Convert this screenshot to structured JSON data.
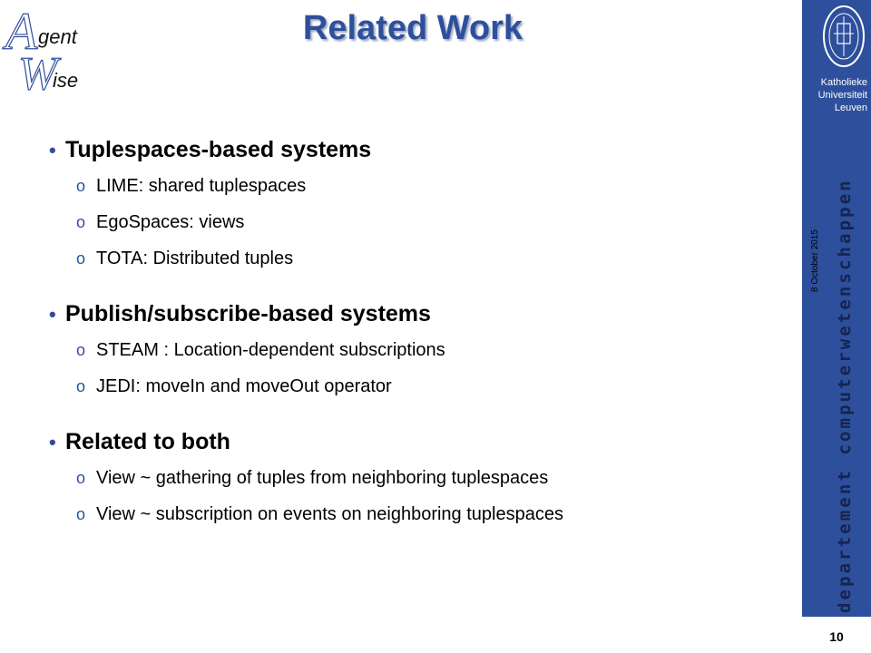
{
  "logo": {
    "line1": "gent",
    "line2": "ise",
    "initial1": "A",
    "initial2": "W"
  },
  "title": "Related Work",
  "sections": [
    {
      "heading": "Tuplespaces-based systems",
      "items": [
        "LIME: shared tuplespaces",
        "EgoSpaces: views",
        "TOTA: Distributed tuples"
      ]
    },
    {
      "heading": "Publish/subscribe-based systems",
      "items": [
        "STEAM : Location-dependent subscriptions",
        "JEDI: moveIn and moveOut operator"
      ]
    },
    {
      "heading": "Related to both",
      "items": [
        "View ~ gathering of tuples from neighboring tuplespaces",
        "View ~ subscription on events on neighboring tuplespaces"
      ]
    }
  ],
  "bullet_glyph": "•",
  "subbullet_glyph": "o",
  "sidebar": {
    "university_line1": "Katholieke",
    "university_line2": "Universiteit",
    "university_line3": "Leuven",
    "department": "departement computerwetenschappen",
    "date": "8 October 2015",
    "page_number": "10"
  },
  "colors": {
    "accent": "#2e4f9c",
    "sidebar_text": "#16244e"
  }
}
